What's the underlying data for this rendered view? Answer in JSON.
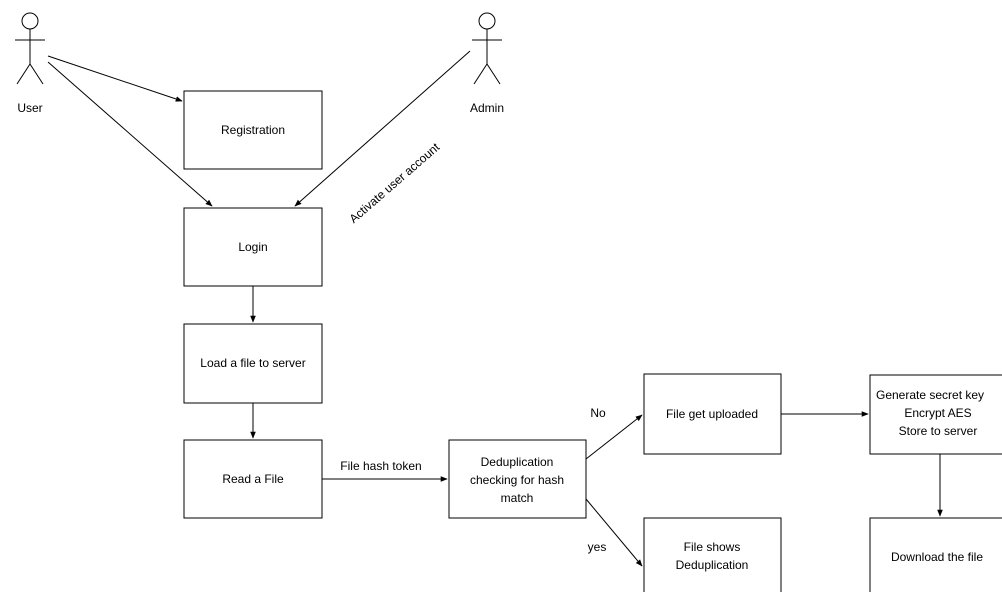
{
  "actors": {
    "user": "User",
    "admin": "Admin"
  },
  "boxes": {
    "registration": "Registration",
    "login": "Login",
    "load_file": "Load a file to server",
    "read_file": "Read a File",
    "dedup_check": [
      "Deduplication",
      "checking for hash",
      "match"
    ],
    "file_uploaded": "File get uploaded",
    "file_dedup": [
      "File shows",
      "Deduplication"
    ],
    "secure": [
      "Generate secret key",
      "Encrypt AES",
      "Store to server"
    ],
    "download": "Download the file"
  },
  "edge_labels": {
    "activate": "Activate user account",
    "hash_token": "File hash token",
    "no": "No",
    "yes": "yes"
  }
}
